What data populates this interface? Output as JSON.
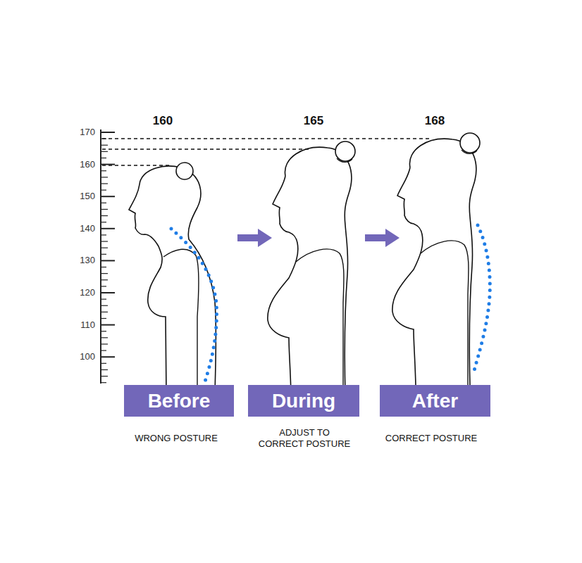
{
  "diagram": {
    "nodes": [
      {
        "text": [
          "Before"
        ]
      },
      {
        "text": [
          "During"
        ]
      },
      {
        "text": [
          "After"
        ]
      }
    ],
    "labels": [
      "160",
      "165",
      "168",
      "170",
      "160",
      "150",
      "140",
      "130",
      "120",
      "110",
      "100",
      "WRONG POSTURE",
      "ADJUST TO CORRECT POSTURE",
      "CORRECT POSTURE"
    ]
  }
}
